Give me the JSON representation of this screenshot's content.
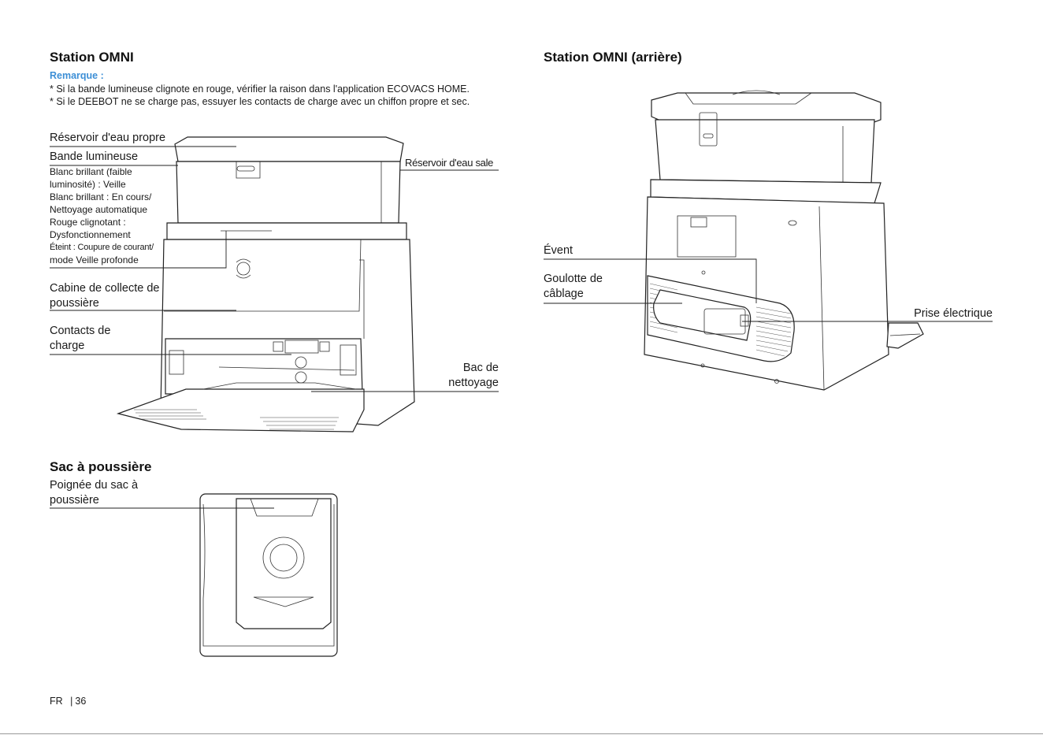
{
  "left": {
    "title": "Station OMNI",
    "remark_title": "Remarque :",
    "notes": [
      "* Si la bande lumineuse clignote en rouge, vérifier la raison dans l'application ECOVACS HOME.",
      "* Si le DEEBOT ne se charge pas, essuyer les contacts de charge avec un chiffon propre et sec."
    ],
    "labels": {
      "clean_tank": "Réservoir d'eau propre",
      "light_band": "Bande lumineuse",
      "light_lines": [
        "Blanc brillant (faible",
        "luminosité) : Veille",
        "Blanc brillant : En cours/",
        "Nettoyage automatique",
        "Rouge clignotant :",
        "Dysfonctionnement",
        "Éteint : Coupure de courant/",
        "mode Veille profonde"
      ],
      "dust_cabin": [
        "Cabine de collecte de",
        "poussière"
      ],
      "contacts": [
        "Contacts de",
        "charge"
      ],
      "dirty_tank": "Réservoir d'eau sale",
      "tray": [
        "Bac de",
        "nettoyage"
      ]
    }
  },
  "right": {
    "title": "Station OMNI (arrière)",
    "labels": {
      "vent": "Évent",
      "cable": [
        "Goulotte de",
        "câblage"
      ],
      "plug": "Prise électrique"
    }
  },
  "bag": {
    "title": "Sac à poussière",
    "handle": [
      "Poignée du sac à",
      "poussière"
    ]
  },
  "footer": {
    "lang": "FR",
    "page": "36"
  }
}
